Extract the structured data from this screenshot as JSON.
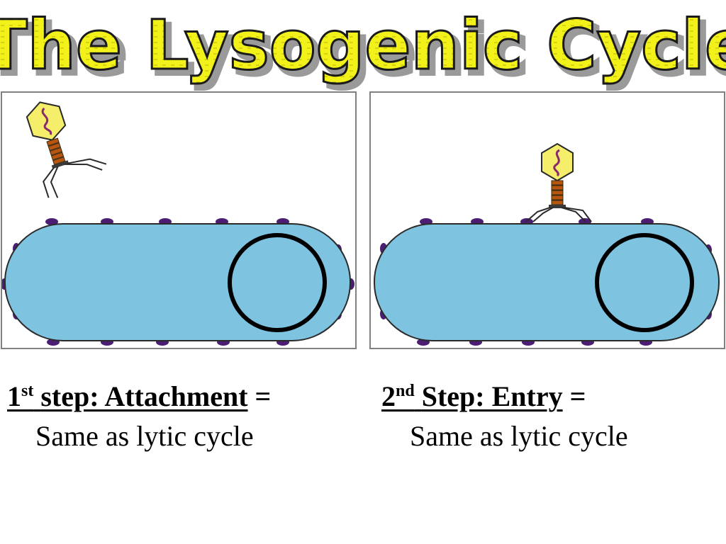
{
  "title": "The Lysogenic Cycle",
  "colors": {
    "title_fill": "#f2f21a",
    "title_stroke": "#1a1a1a",
    "title_shadow": "#9a9a9a",
    "cell_fill": "#7ec3e0",
    "cell_stroke": "#2a2a2a",
    "receptor": "#4b1e73",
    "dna_ring": "#000000",
    "phage_head": "#f4ee6a",
    "phage_dna": "#8a2a6a",
    "phage_tail": "#b8560f",
    "panel_border": "#808080"
  },
  "panels": [
    {
      "step_number": "1",
      "ordinal_suffix": "st",
      "step_label": "step: Attachment",
      "equals": "=",
      "description": "Same as lytic cycle"
    },
    {
      "step_number": "2",
      "ordinal_suffix": "nd",
      "step_label": "Step: Entry",
      "equals": "=",
      "description": "Same as lytic cycle"
    }
  ]
}
